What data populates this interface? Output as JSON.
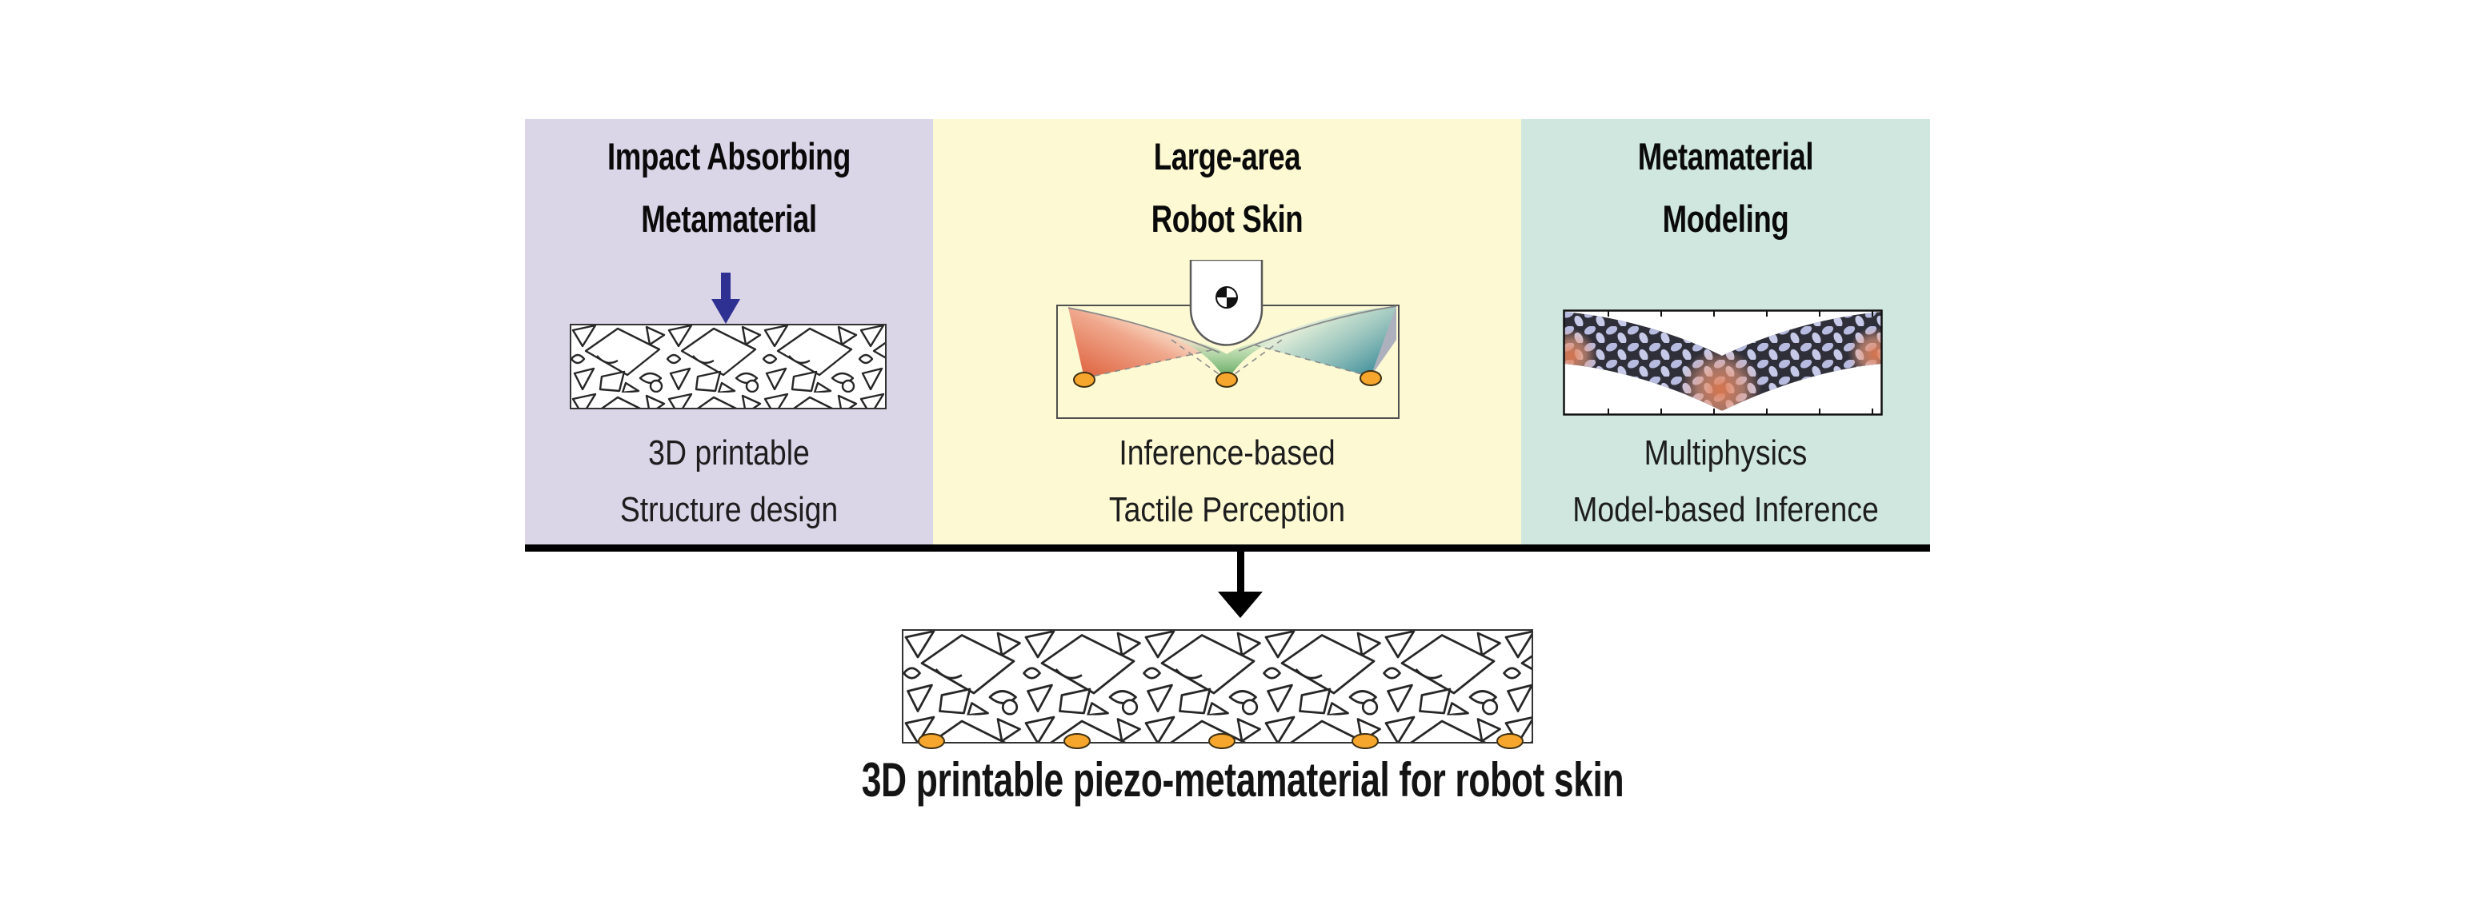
{
  "figure": {
    "bottom_caption": "3D printable piezo-metamaterial for robot skin"
  },
  "panels": [
    {
      "title_line1": "Impact Absorbing",
      "title_line2": "Metamaterial",
      "caption_line1": "3D printable",
      "caption_line2": "Structure design",
      "illustration": "metamaterial-cross-section-with-impact-arrow"
    },
    {
      "title_line1": "Large-area",
      "title_line2": "Robot Skin",
      "caption_line1": "Inference-based",
      "caption_line2": "Tactile Perception",
      "illustration": "indenter-on-deformed-skin-diagram"
    },
    {
      "title_line1": "Metamaterial",
      "title_line2": "Modeling",
      "caption_line1": "Multiphysics",
      "caption_line2": "Model-based Inference",
      "illustration": "lattice-deformation-simulation-plot"
    }
  ],
  "colors": {
    "panel_purple": "#DBD5E8",
    "panel_yellow": "#FCF9D3",
    "panel_teal": "#CFE7DE",
    "impact_arrow": "#2E3192",
    "flow_arrow": "#000000",
    "divider": "#000000",
    "sensor_dot": "#F6A62C",
    "wing_coral": "#DC5B36",
    "wing_green": "#4E9E50",
    "wing_teal": "#4C96A0",
    "wing_slate": "#5E68A8",
    "lattice_lavender": "#B7BBE0"
  }
}
